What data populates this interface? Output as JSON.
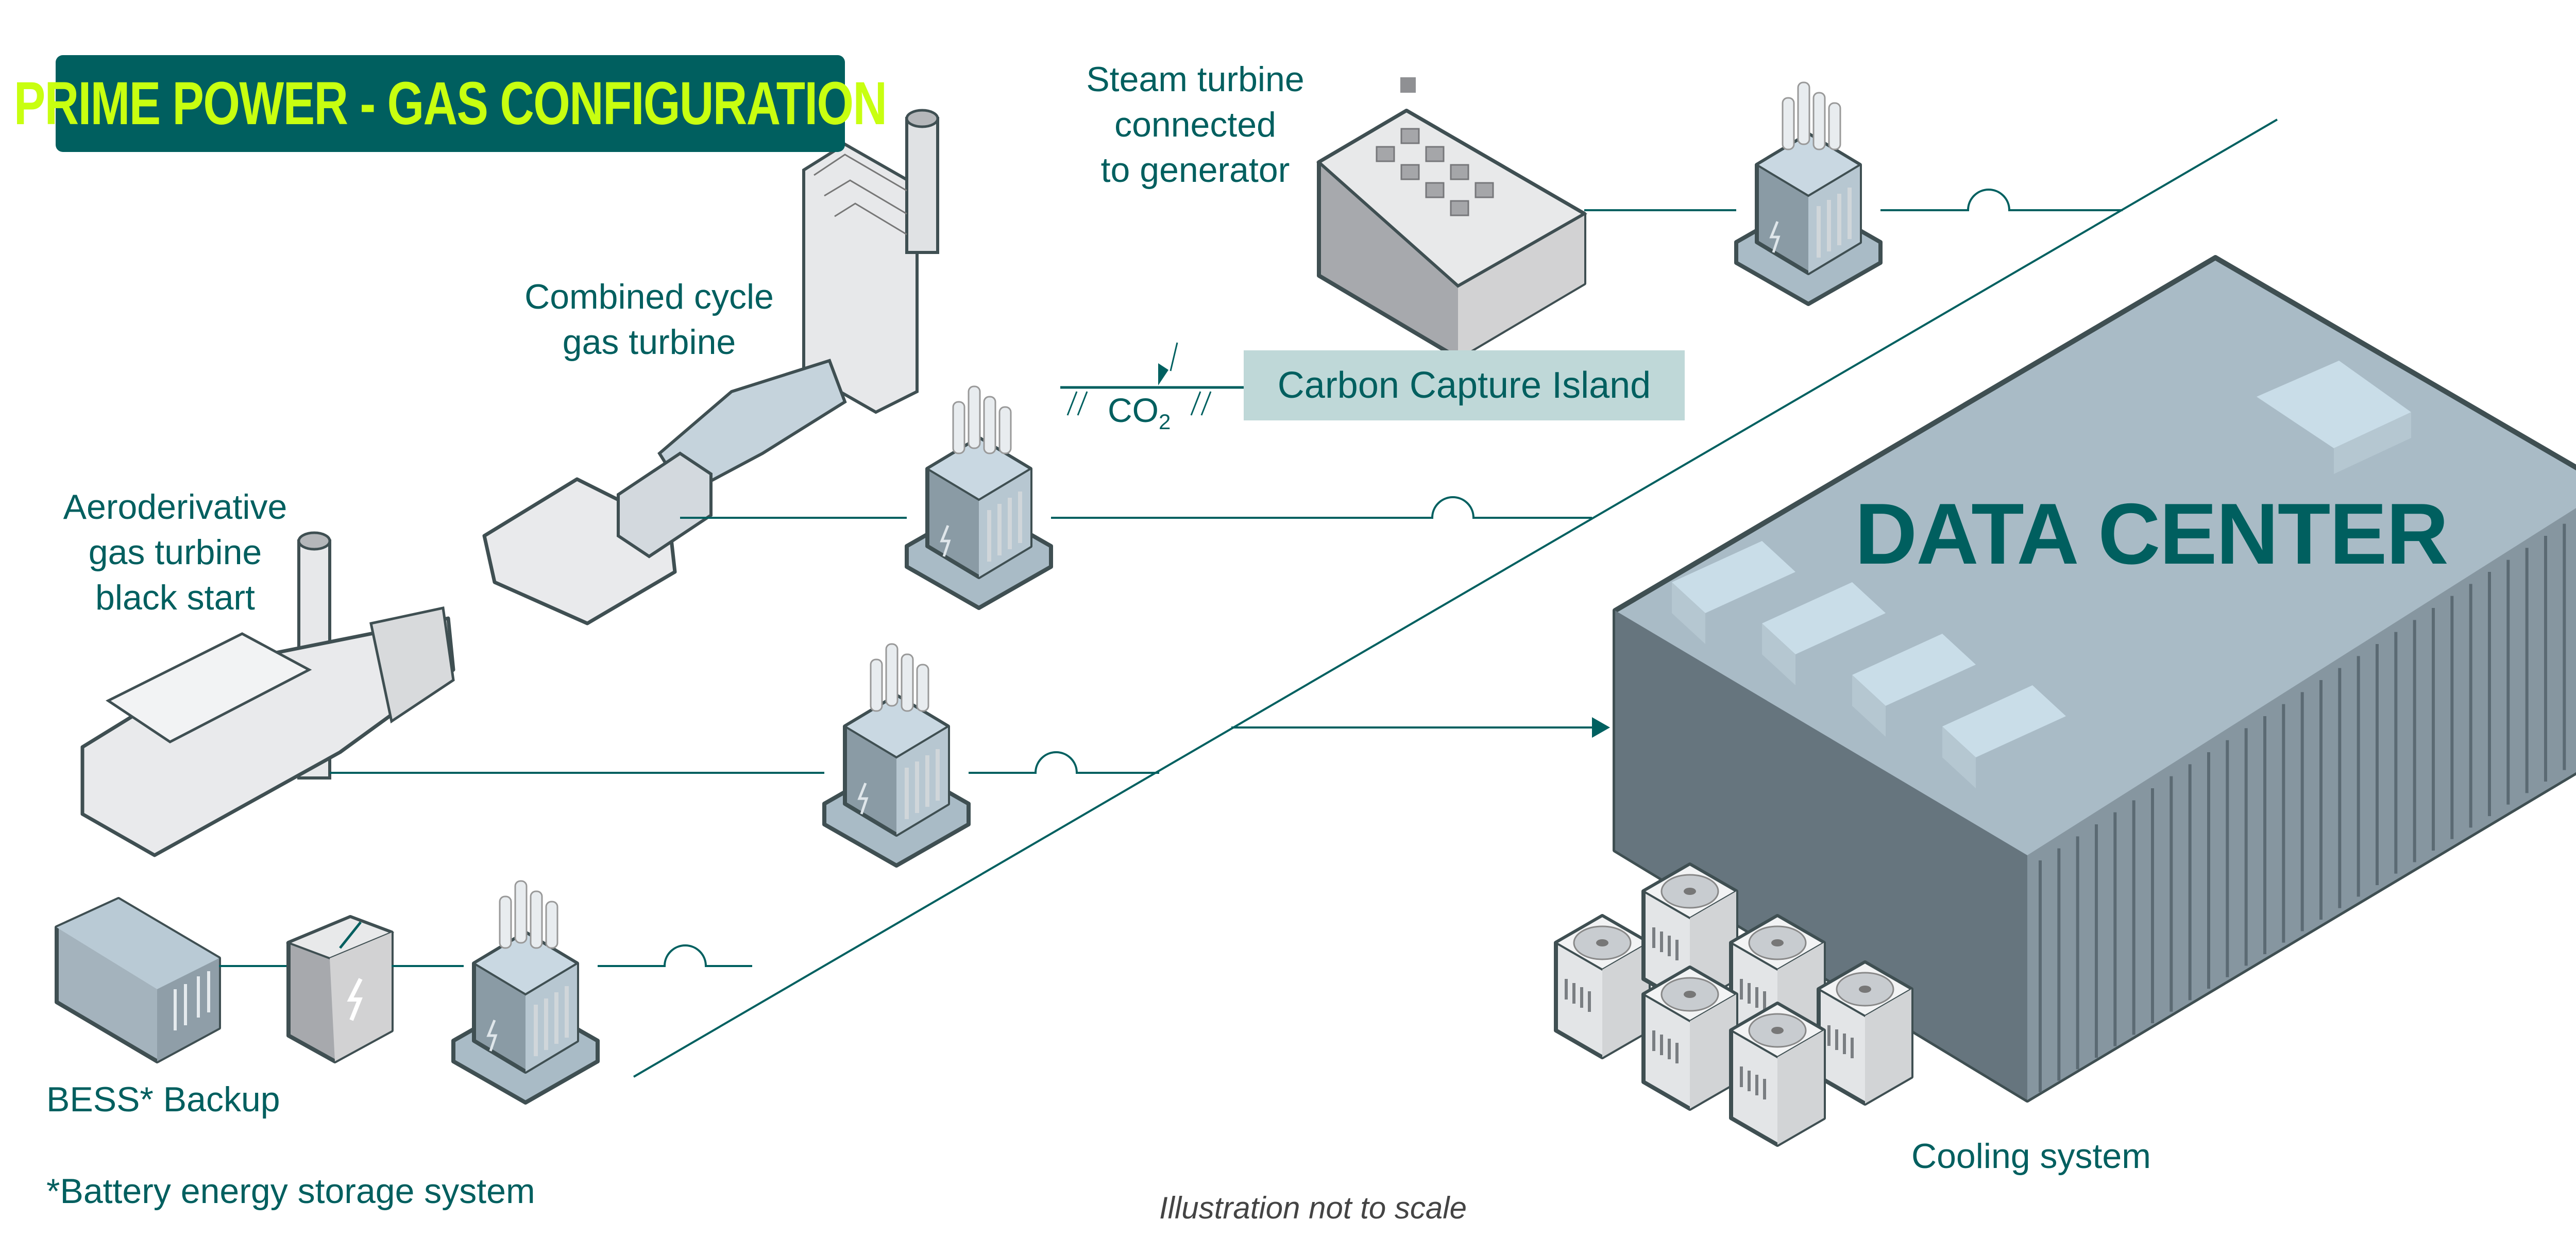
{
  "title": "PRIME POWER - GAS CONFIGURATION",
  "labels": {
    "steam_turbine": [
      "Steam turbine",
      "connected",
      "to generator"
    ],
    "combined_cycle": [
      "Combined cycle",
      "gas turbine"
    ],
    "aeroderivative": [
      "Aeroderivative",
      "gas turbine",
      "black start"
    ],
    "bess": "BESS* Backup",
    "footnote": "*Battery energy storage system",
    "carbon_capture": "Carbon Capture Island",
    "co2": "CO",
    "co2_sub": "2",
    "data_center": "DATA CENTER",
    "cooling": "Cooling system",
    "note": "Illustration not to scale"
  },
  "colors": {
    "brand_teal": "#005f5f",
    "title_text": "#c8ff10",
    "capture_box": "#bfd8d8",
    "equipment_blue": "#a9bbc6",
    "equipment_grey": "#d3d3d3",
    "outline": "#3f4f52"
  },
  "icons": [
    "gas-turbine-icon",
    "steam-turbine-icon",
    "transformer-icon",
    "battery-icon",
    "inverter-icon",
    "data-center-icon",
    "cooling-unit-icon"
  ]
}
